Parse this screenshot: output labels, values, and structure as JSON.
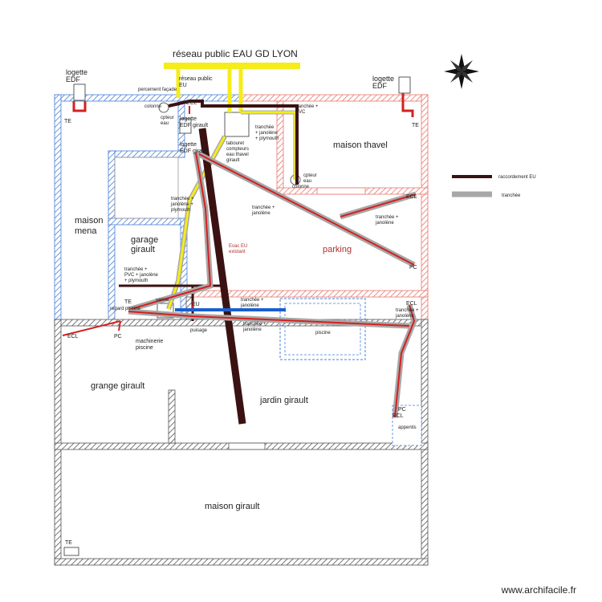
{
  "labels": {
    "reseau_eau": "réseau public EAU GD LYON",
    "logette_edf_left": "logette\nEDF",
    "logette_edf_right": "logette\nEDF",
    "te_topleft": "TE",
    "te_topright": "TE",
    "te_bottom": "TE",
    "te_mid": "TE",
    "percement_facade": "percement façade",
    "reseau_public_eu": "réseau public\nEU",
    "colonne_1": "colonne",
    "ecl_top": "ECL",
    "cpteur_eau_1": "cpteur\neau",
    "logette_edf_girault": "logette\nEDF girault",
    "logette_edf_girault2": "logette\nEDF girault",
    "tranchee_pvc_top": "tranchée +\nPVC",
    "tranchee_janolene_top": "tranchée\n+ janolène\n+ plymouth",
    "tabouret": "tabouret\ncompteurs\neau thavel\ngirault",
    "maison_thavel": "maison thavel",
    "cpteur_eau_2": "cpteur\neau",
    "colonne_2": "colonne",
    "legend_eu": "raccordement EU",
    "legend_tranchee": "tranchée",
    "ecl_right": "ECL",
    "tranchee_janolene_right": "tranchée +\njanolène",
    "tranchee_janolene_left": "tranchée +\njanolène +\nplymouth",
    "tranchee_janolene_center": "tranchée +\njanolène",
    "maison_mena": "maison\nmena",
    "garage_girault": "garage\ngirault",
    "evac_eu": "Evac EU\nexistant",
    "parking": "parking",
    "pc_right": "PC",
    "tranchee_pvc_janolene": "tranchée +\nPVC + janolène\n+ plymouth",
    "tranchee_janolene_pool": "tranchée +\njanolène",
    "vanne": "vanne",
    "eu_label": "EU",
    "ecl_pool_right": "ECL",
    "tranchee_janolene_pool_right": "tranchée +\njanolène",
    "regard_pool": "regard piscine",
    "ecl_bottomleft": "ECL",
    "pc_bottomleft": "PC",
    "puisage": "puisage",
    "tranchee_janolene_pool2": "tranchée +\njanolène",
    "piscine": "piscine",
    "machinerie_piscine": "machinerie\npiscine",
    "grange_girault": "grange girault",
    "jardin_girault": "jardin girault",
    "pc_garden": "PC",
    "ecl_garden": "ECL",
    "appentis": "appentis",
    "maison_girault": "maison girault",
    "watermark": "www.archifacile.fr"
  },
  "colors": {
    "blue_wall": "#4a7fd6",
    "red_wall": "#e8756b",
    "black_wall": "#555555",
    "yellow": "#f5ec1a",
    "eu": "#3a1212",
    "trench": "#a8a8a8",
    "red_line": "#d42020",
    "water_blue": "#1a5fd0"
  }
}
